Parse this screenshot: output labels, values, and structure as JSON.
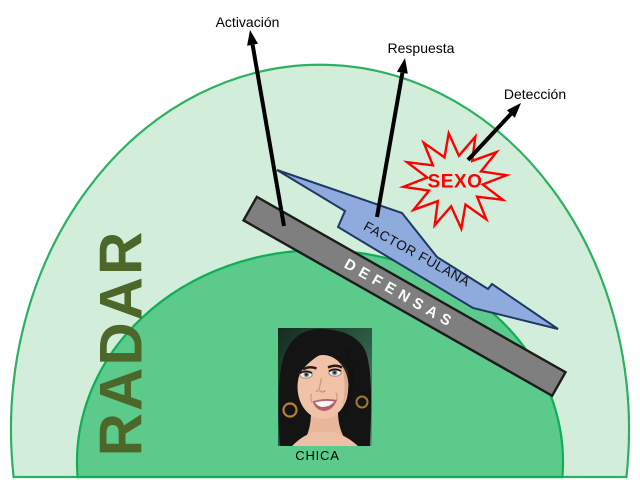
{
  "diagram": {
    "radar_label": "RADAR",
    "defensas_label": "DEFENSAS",
    "factor_label": "FACTOR FULANA",
    "sexo_label": "SEXO",
    "chica_label": "CHICA",
    "arrows": [
      {
        "label": "Activación"
      },
      {
        "label": "Respuesta"
      },
      {
        "label": "Detección"
      }
    ],
    "colors": {
      "outer_dome_fill": "#d2eedb",
      "outer_dome_stroke": "#2db05f",
      "inner_dome_fill": "#5cca8b",
      "inner_dome_stroke": "#0fae55",
      "radar_text": "#4d672b",
      "bar_fill": "#7f7f7f",
      "bar_stroke": "#1c1c1c",
      "bolt_fill": "#8faadc",
      "bolt_stroke": "#1f3864",
      "sexo_red": "#fe0000",
      "arrow_black": "#000000",
      "defensas_text": "#ffffff",
      "factor_text": "#111111",
      "label_text": "#000000"
    }
  }
}
